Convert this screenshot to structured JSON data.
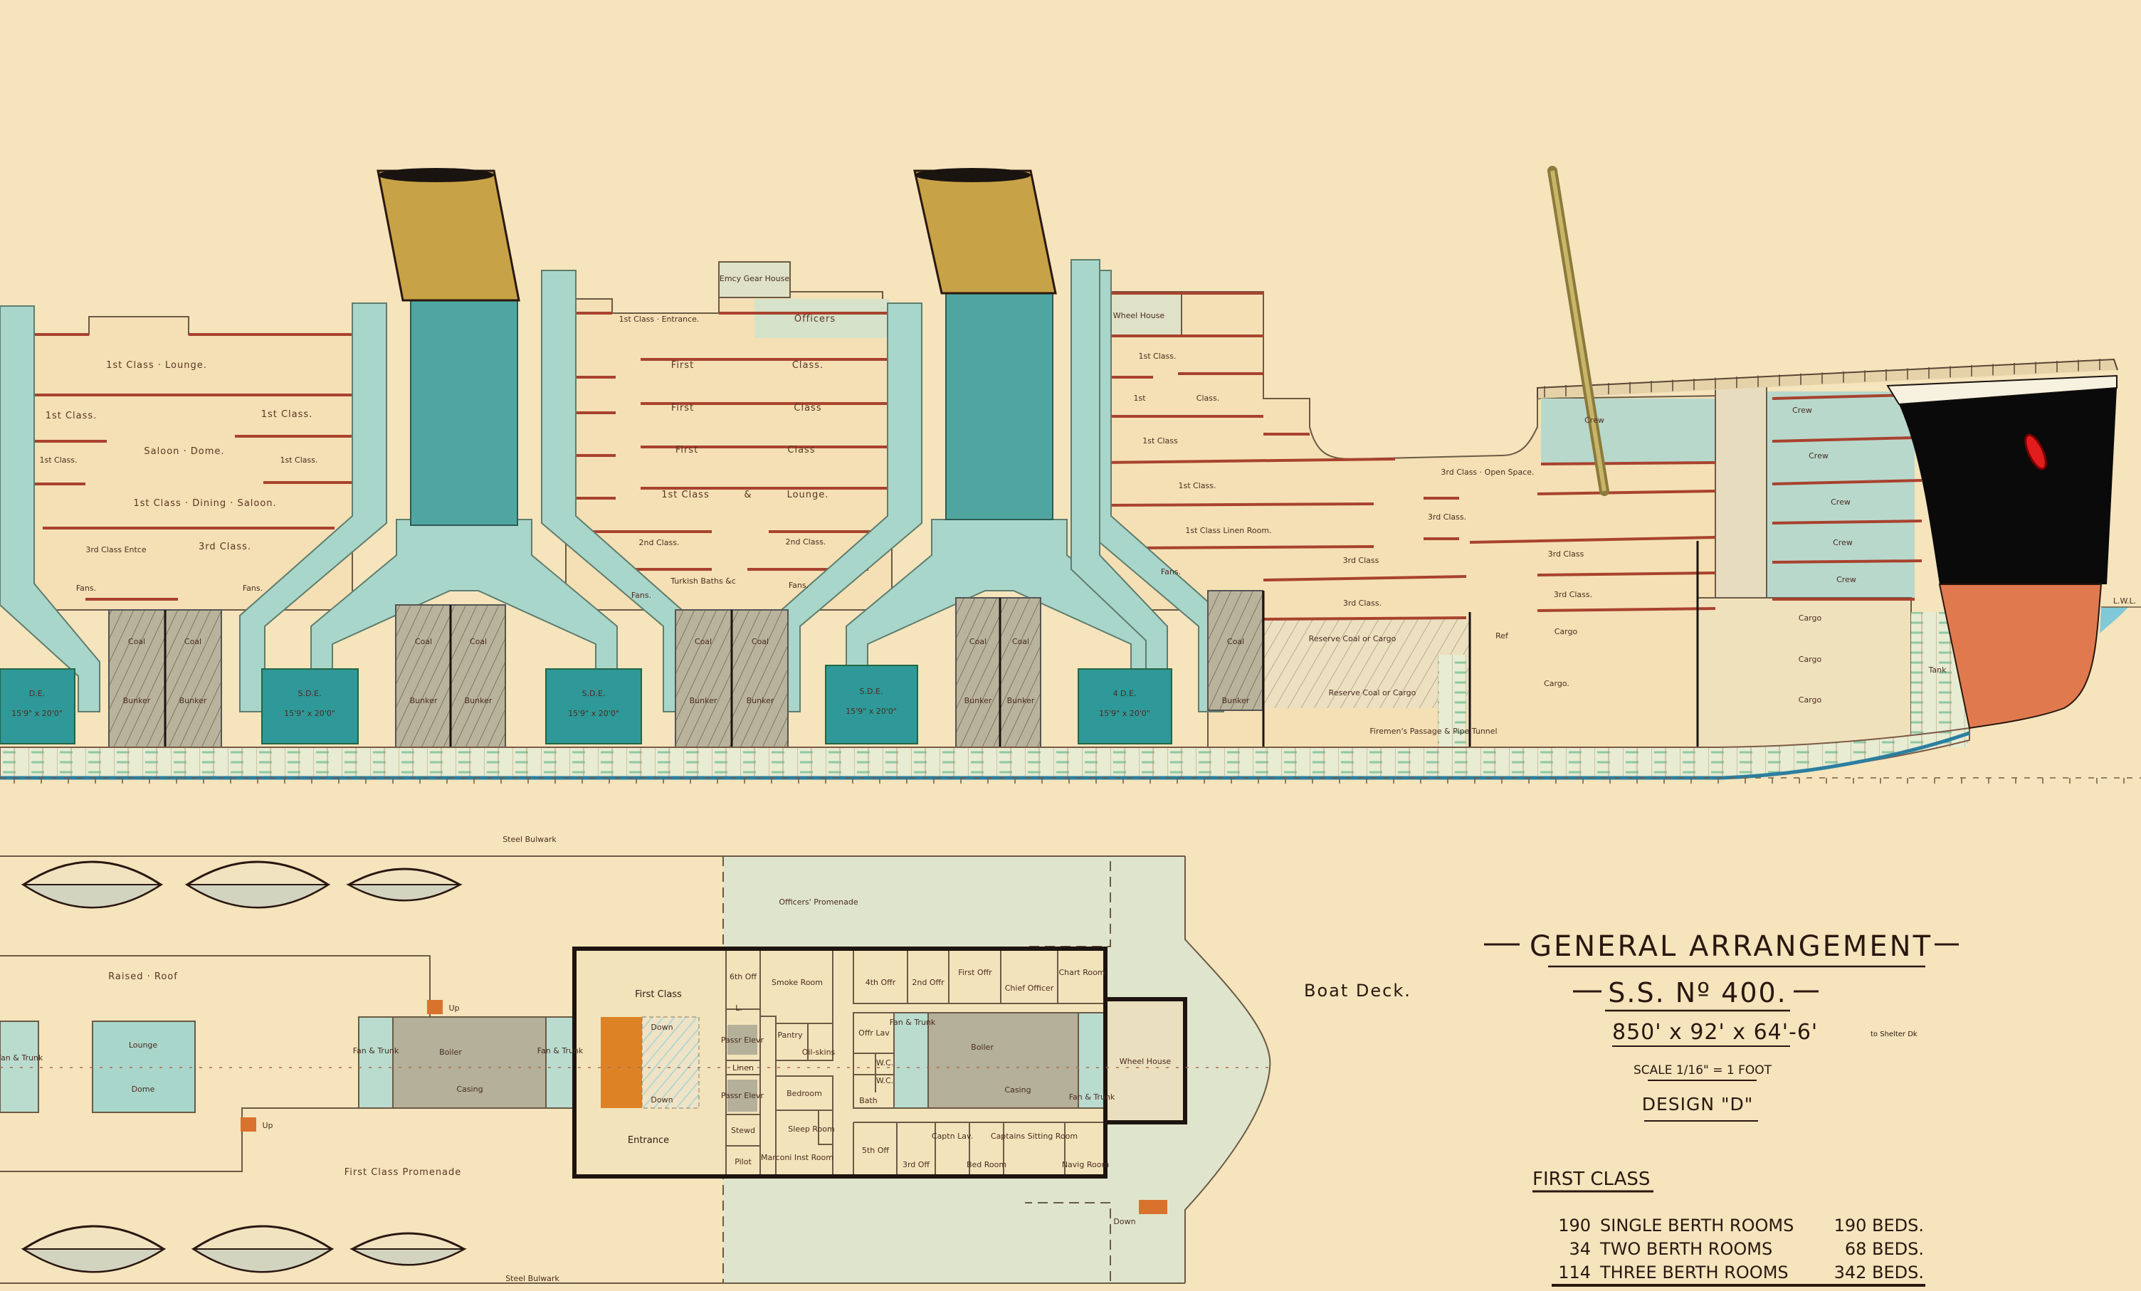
{
  "colors": {
    "paper": "#f5e4bc",
    "room": "#f4e0b4",
    "casing_blue": "#a9d6ca",
    "boiler_teal": "#2f9898",
    "funnel_buff": "#c7a246",
    "deck_line_red": "#a8422e",
    "hull_black": "#0b0a0a",
    "antifouling_red": "#e07a4e",
    "stair_orange": "#de8226",
    "casing_grey": "#b4b09a"
  },
  "profile": {
    "labels": [
      "1st Class · Lounge.",
      "1st Class.",
      "1st Class.",
      "Saloon · Dome.",
      "1st Class.",
      "1st Class.",
      "1st Class · Dining · Saloon.",
      "3rd Class Entce",
      "3rd Class.",
      "Fans.",
      "Fans.",
      "1st Class · Entrance.",
      "Emcy Gear House",
      "Officers",
      "First",
      "Class.",
      "First",
      "Class",
      "First",
      "Class",
      "1st Class",
      "&",
      "Lounge.",
      "2nd Class.",
      "2nd Class.",
      "Turkish Baths &c",
      "Fans.",
      "Fans.",
      "Wheel House",
      "1st Class.",
      "1st",
      "Class.",
      "1st Class",
      "1st Class.",
      "1st Class Linen Room.",
      "Fans.",
      "3rd Class · Open Space.",
      "3rd Class.",
      "3rd Class",
      "3rd Class",
      "3rd Class.",
      "3rd Class.",
      "Reserve Coal or Cargo",
      "Reserve Coal or Cargo",
      "Firemen's Passage & Pipe Tunnel",
      "Ref",
      "Cargo",
      "Cargo.",
      "Crew",
      "Crew",
      "Crew",
      "Crew",
      "Crew",
      "Crew",
      "Cargo",
      "Cargo",
      "Cargo",
      "Tank",
      "L.W.L."
    ],
    "bunker": {
      "coal": "Coal",
      "bunker": "Bunker"
    },
    "boilers": [
      {
        "type": "D.E.",
        "size": "15'9\" x 20'0\""
      },
      {
        "type": "S.D.E.",
        "size": "15'9\" x 20'0\""
      },
      {
        "type": "S.D.E.",
        "size": "15'9\" x 20'0\""
      },
      {
        "type": "S.D.E.",
        "size": "15'9\" x 20'0\""
      },
      {
        "type": "4 D.E.",
        "size": "15'9\" x 20'0\""
      }
    ]
  },
  "boat_deck": {
    "labels": [
      "Steel Bulwark",
      "Steel Bulwark",
      "Officers' Promenade",
      "Raised · Roof",
      "Lounge",
      "Dome",
      "Fan & Trunk",
      "Boiler",
      "Casing",
      "Fan & Trunk",
      "Fan & Trunk",
      "First Class Promenade",
      "First Class",
      "Entrance",
      "Down",
      "Down",
      "6th Off",
      "Smoke Room",
      "L.",
      "Passr Elevr",
      "Pantry",
      "Oil-skins",
      "Linen",
      "Passr Elevr",
      "Bedroom",
      "Stewd",
      "Pilot",
      "Marconi Inst Room",
      "Sleep Room",
      "4th Offr",
      "2nd Offr",
      "First Offr",
      "Chief Officer",
      "Chart Room",
      "Offr Lav",
      "W.C.",
      "W.C.",
      "Bath",
      "Fan & Trunk",
      "Boiler",
      "Casing",
      "Fan & Trunk",
      "Wheel House",
      "5th Off",
      "3rd Off",
      "Captn Lav.",
      "Bed Room",
      "Captains Sitting Room",
      "Navig Room",
      "Boat Deck.",
      "Up",
      "Up",
      "Down"
    ]
  },
  "title_block": {
    "title": "GENERAL ARRANGEMENT",
    "ship": "S.S. Nº 400.",
    "dimensions": "850' x 92' x 64'-6'",
    "dimensions_note": "to Shelter Dk",
    "scale": "SCALE 1/16\" = 1 FOOT",
    "design": "DESIGN \"D\"",
    "first_class": {
      "heading": "FIRST CLASS",
      "rows": [
        {
          "count": "190",
          "type": "SINGLE BERTH ROOMS",
          "beds": "190 BEDS."
        },
        {
          "count": "34",
          "type": "TWO BERTH ROOMS",
          "beds": "68 BEDS."
        },
        {
          "count": "114",
          "type": "THREE BERTH ROOMS",
          "beds": "342 BEDS."
        }
      ]
    }
  }
}
